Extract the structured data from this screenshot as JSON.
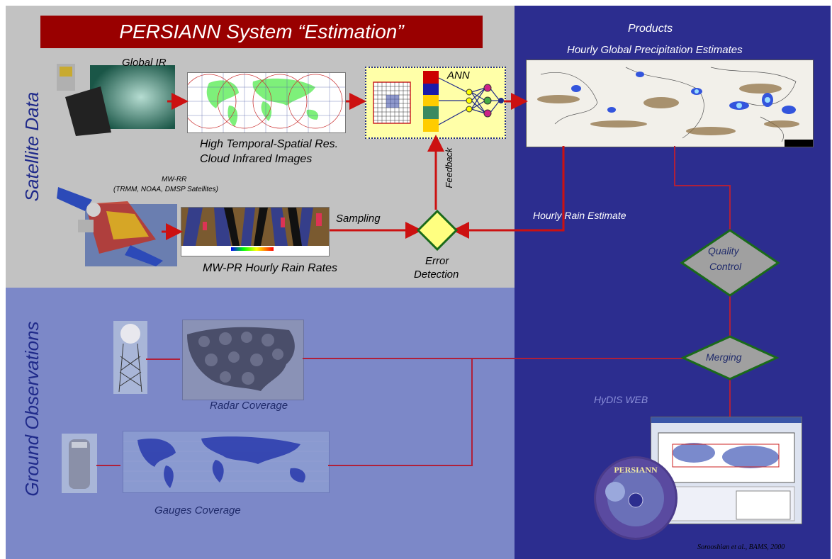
{
  "title": "PERSIANN System “Estimation”",
  "sections": {
    "satellite": "Satellite Data",
    "ground": "Ground Observations",
    "products": "Products"
  },
  "labels": {
    "global_ir": "Global IR",
    "ann": "ANN",
    "hourly_global": "Hourly Global Precipitation Estimates",
    "cloud_ir_1": "High Temporal-Spatial Res.",
    "cloud_ir_2": "Cloud Infrared Images",
    "mw_rr_1": "MW-RR",
    "mw_rr_2": "(TRMM, NOAA, DMSP Satellites)",
    "feedback": "Feedback",
    "sampling": "Sampling",
    "hourly_rain": "Hourly Rain Estimate",
    "mw_pr": "MW-PR Hourly Rain Rates",
    "error_1": "Error",
    "error_2": "Detection",
    "quality_1": "Quality",
    "quality_2": "Control",
    "merging": "Merging",
    "radar_coverage": "Radar Coverage",
    "hydis": "HyDIS WEB",
    "gauges_coverage": "Gauges Coverage",
    "persiann_cd": "PERSIANN",
    "citation": "Sorooshian et al., BAMS, 2000"
  }
}
